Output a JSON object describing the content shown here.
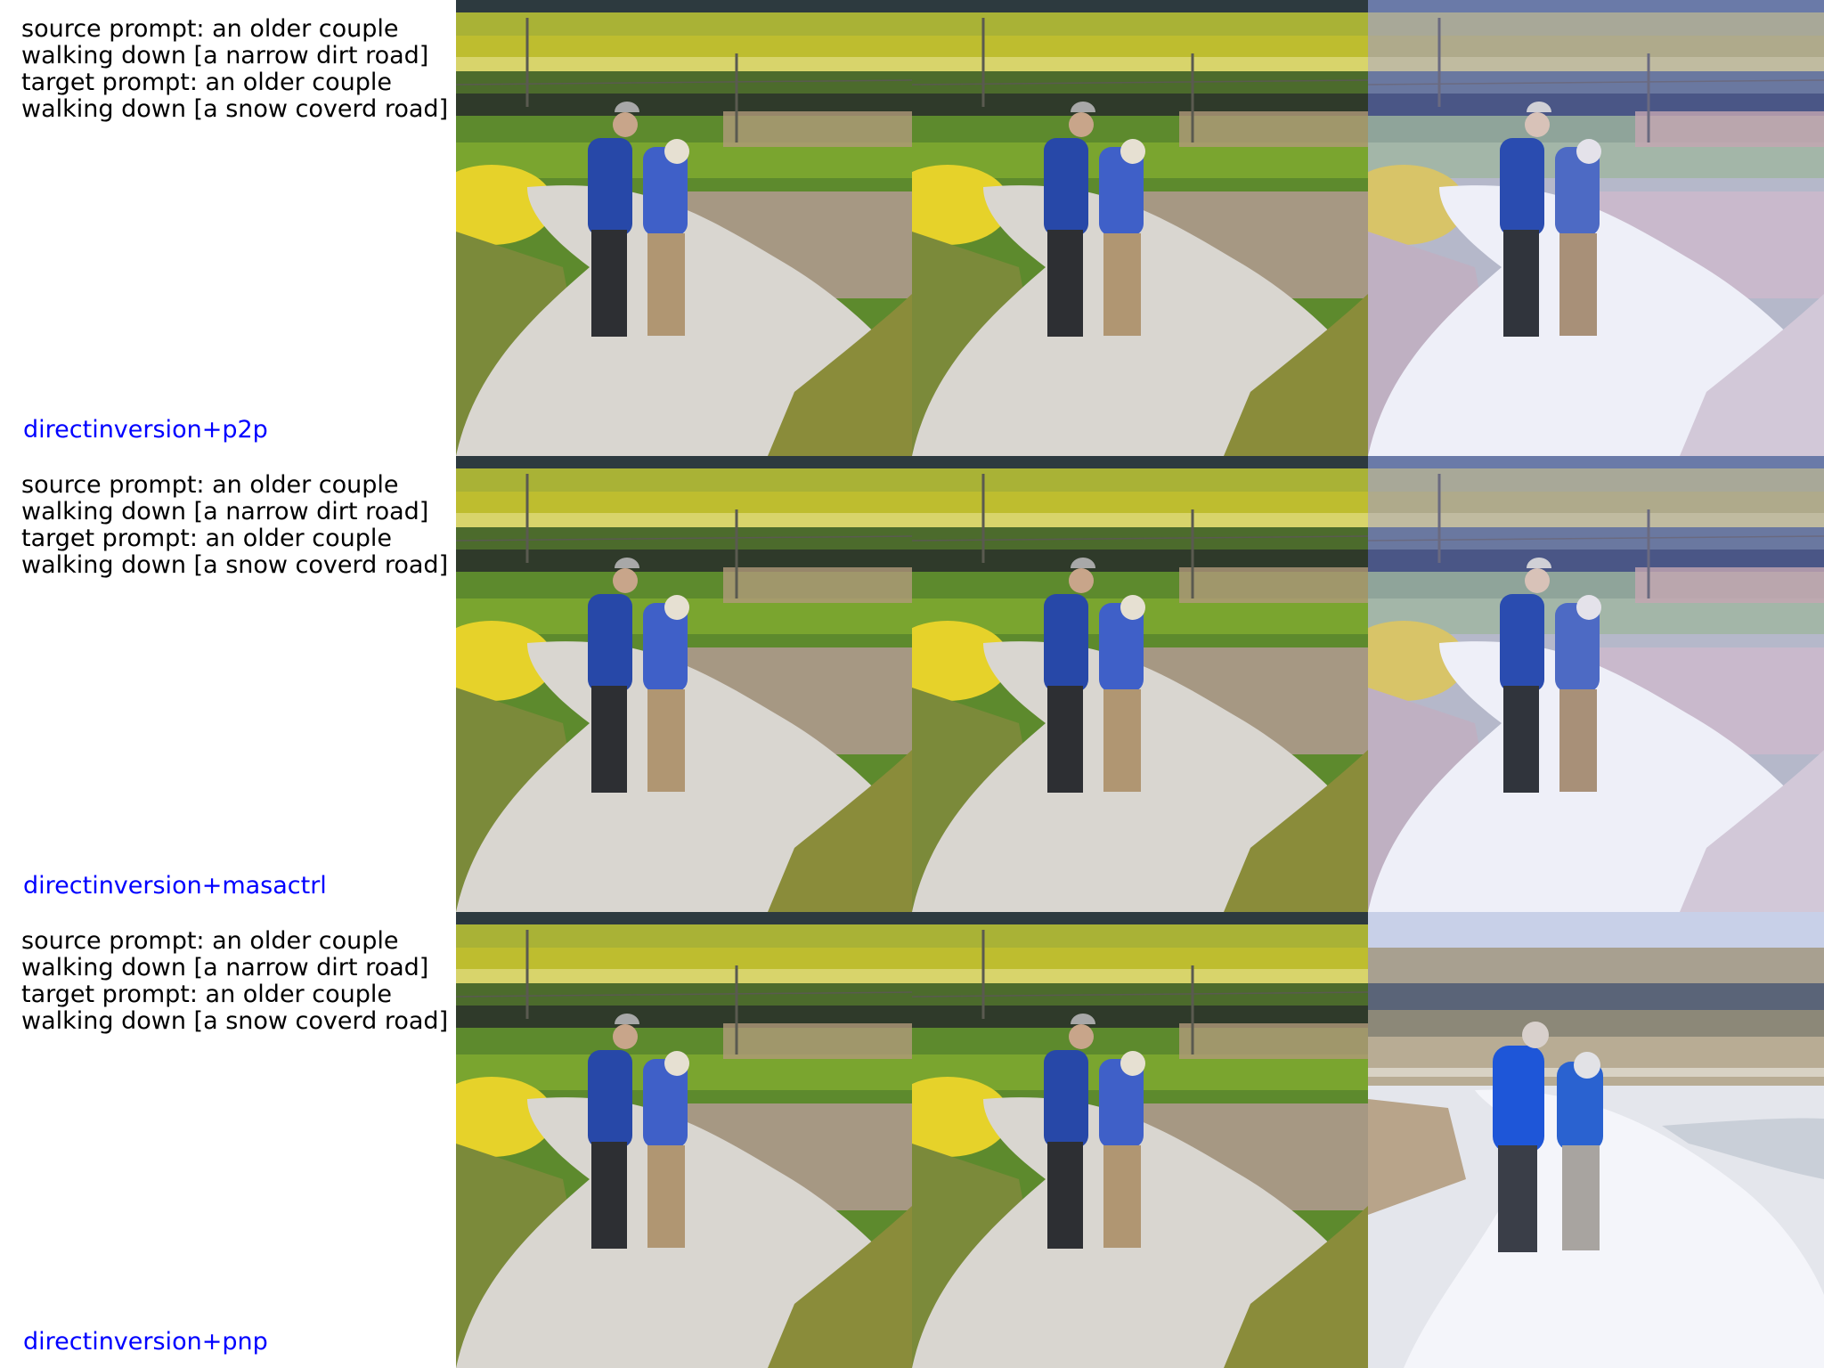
{
  "rows": [
    {
      "prompt": "source prompt: an older couple\nwalking down [a narrow dirt road]\ntarget prompt: an older couple\nwalking down [a snow coverd road]",
      "method": "directinversion+p2p"
    },
    {
      "prompt": "source prompt: an older couple\nwalking down [a narrow dirt road]\ntarget prompt: an older couple\nwalking down [a snow coverd road]",
      "method": "directinversion+masactrl"
    },
    {
      "prompt": "source prompt: an older couple\nwalking down [a narrow dirt road]\ntarget prompt: an older couple\nwalking down [a snow coverd road]",
      "method": "directinversion+pnp"
    }
  ],
  "colors": {
    "method_label": "#0000ff",
    "prompt_text": "#000000"
  }
}
